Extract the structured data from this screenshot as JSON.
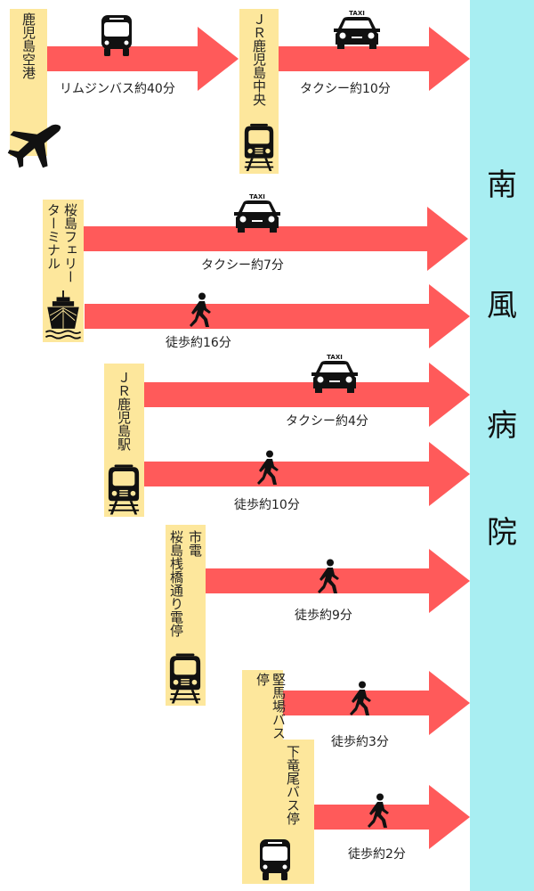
{
  "destination": {
    "name_chars": [
      "南",
      "風",
      "病",
      "院"
    ],
    "color": "#a8eef2"
  },
  "colors": {
    "arrow": "#ff5a5a",
    "station": "#fde79c",
    "icon": "#111111"
  },
  "stations": {
    "airport": {
      "name": "鹿児島空港",
      "icon": "airplane-icon"
    },
    "jr_chuo": {
      "name": "ＪＲ鹿児島中央",
      "icon": "train-icon"
    },
    "ferry": {
      "line1": "桜島フェリー",
      "line2": "ターミナル",
      "icon": "ship-icon"
    },
    "jr_kagoshima": {
      "name": "ＪＲ鹿児島駅",
      "icon": "train-icon"
    },
    "tram": {
      "line1": "市電",
      "line2": "桜島桟橋通り電停",
      "icon": "tram-icon"
    },
    "tateba": {
      "name": "堅馬場バス停"
    },
    "shimotatsuo": {
      "name": "下竜尾バス停",
      "icon": "bus-icon"
    }
  },
  "routes": [
    {
      "from": "鹿児島空港",
      "to": "ＪＲ鹿児島中央",
      "mode": "bus",
      "label": "リムジンバス約40分"
    },
    {
      "from": "ＪＲ鹿児島中央",
      "to": "南風病院",
      "mode": "taxi",
      "label": "タクシー約10分"
    },
    {
      "from": "桜島フェリーターミナル",
      "to": "南風病院",
      "mode": "taxi",
      "label": "タクシー約7分"
    },
    {
      "from": "桜島フェリーターミナル",
      "to": "南風病院",
      "mode": "walk",
      "label": "徒歩約16分"
    },
    {
      "from": "ＪＲ鹿児島駅",
      "to": "南風病院",
      "mode": "taxi",
      "label": "タクシー約4分"
    },
    {
      "from": "ＪＲ鹿児島駅",
      "to": "南風病院",
      "mode": "walk",
      "label": "徒歩約10分"
    },
    {
      "from": "市電 桜島桟橋通り電停",
      "to": "南風病院",
      "mode": "walk",
      "label": "徒歩約9分"
    },
    {
      "from": "堅馬場バス停",
      "to": "南風病院",
      "mode": "walk",
      "label": "徒歩約3分"
    },
    {
      "from": "下竜尾バス停",
      "to": "南風病院",
      "mode": "walk",
      "label": "徒歩約2分"
    }
  ],
  "taxi_sign": "TAXI"
}
